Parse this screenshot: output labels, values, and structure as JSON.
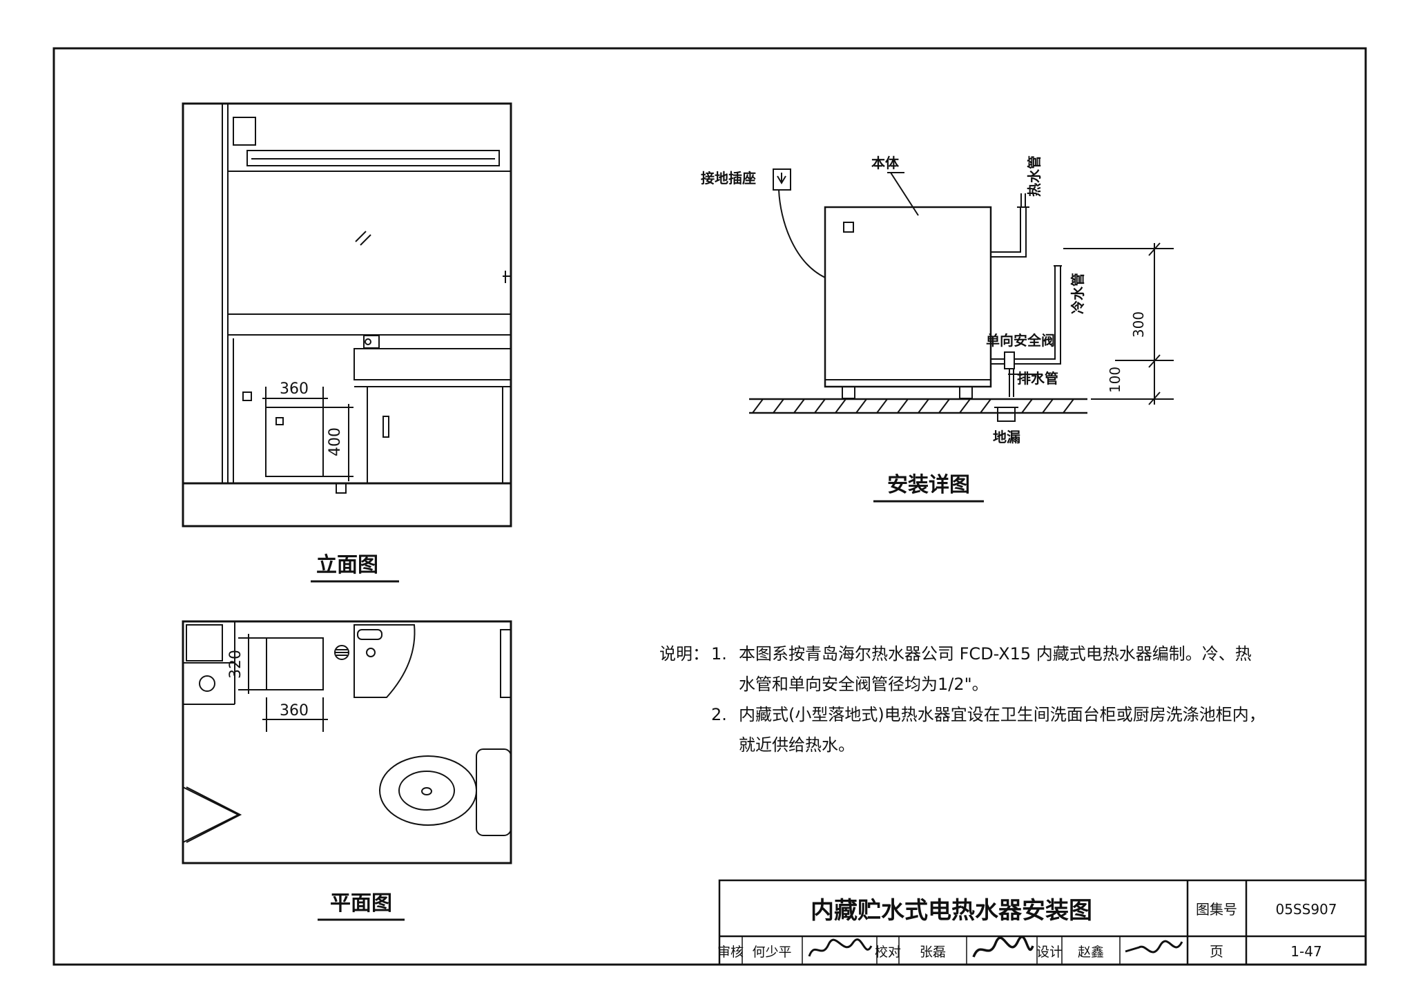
{
  "elevation": {
    "title": "立面图",
    "dim_width": "360",
    "dim_height": "400"
  },
  "plan": {
    "title": "平面图",
    "dim_depth": "320",
    "dim_width": "360"
  },
  "detail": {
    "title": "安装详图",
    "labels": {
      "socket": "接地插座",
      "body": "本体",
      "hot_pipe": "热水管",
      "cold_pipe": "冷水管",
      "valve": "单向安全阀",
      "drain_pipe": "排水管",
      "floor_drain": "地漏"
    },
    "dims": {
      "d300": "300",
      "d100": "100"
    }
  },
  "notes": {
    "lead": "说明：",
    "items": [
      {
        "num": "1.",
        "line1": "本图系按青岛海尔热水器公司 FCD-X15 内藏式电热水器编制。冷、热",
        "line2": "水管和单向安全阀管径均为1/2\"。"
      },
      {
        "num": "2.",
        "line1": "内藏式(小型落地式)电热水器宜设在卫生间洗面台柜或厨房洗涤池柜内，",
        "line2": "就近供给热水。"
      }
    ]
  },
  "titleblock": {
    "main_title": "内藏贮水式电热水器安装图",
    "atlas_label": "图集号",
    "atlas_number": "05SS907",
    "page_label": "页",
    "page_number": "1-47",
    "review_label": "审核",
    "review_name": "何少平",
    "check_label": "校对",
    "check_name": "张磊",
    "design_label": "设计",
    "design_name": "赵鑫"
  }
}
